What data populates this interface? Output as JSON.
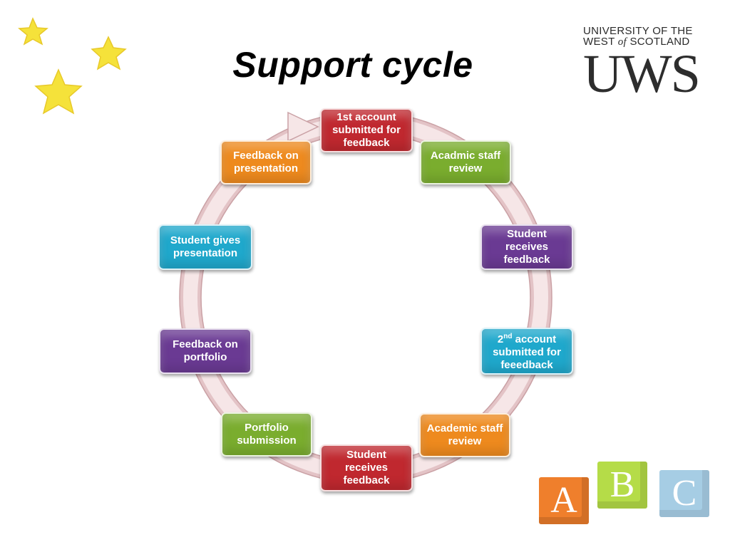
{
  "title": "Support cycle",
  "logo": {
    "line1": "UNIVERSITY OF THE",
    "line2_a": "WEST ",
    "line2_of": "of",
    "line2_b": " SCOTLAND",
    "mark": "UWS"
  },
  "cycle": {
    "steps": [
      {
        "text": "1st  account submitted for feedback",
        "color": "#c0282f"
      },
      {
        "text": "Acadmic staff review",
        "color": "#7aad2e"
      },
      {
        "text": "Student receives feedback",
        "color": "#6a3a93"
      },
      {
        "text_pre": "2",
        "text_sup": "nd",
        "text_post": " account submitted for feeedback",
        "color": "#1fa8cc"
      },
      {
        "text": "Academic staff review",
        "color": "#ee8a1e"
      },
      {
        "text": "Student receives feedback",
        "color": "#c0282f"
      },
      {
        "text": "Portfolio submission",
        "color": "#7aad2e"
      },
      {
        "text": "Feedback on portfolio",
        "color": "#6a3a93"
      },
      {
        "text": "Student gives presentation",
        "color": "#1fa8cc"
      },
      {
        "text": "Feedback on presentation",
        "color": "#ee8a1e"
      }
    ]
  },
  "blocks": {
    "a": "A",
    "b": "B",
    "c": "C"
  },
  "decor": {
    "stars": 3,
    "star_color": "#f5e23a"
  }
}
